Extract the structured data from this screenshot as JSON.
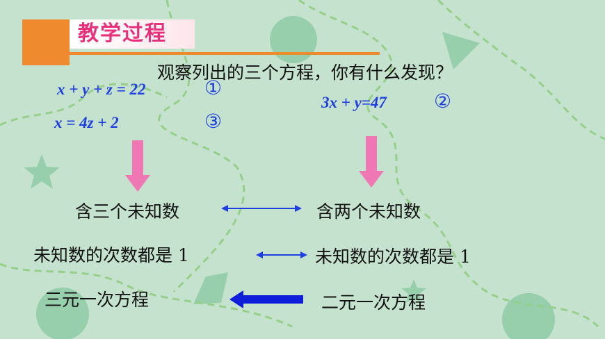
{
  "title": "教学过程",
  "question": "观察列出的三个方程，你有什么发现？",
  "equations": [
    {
      "text": "x + y + z = 22",
      "marker": "①"
    },
    {
      "text": "x = 4z + 2",
      "marker": "③"
    },
    {
      "text": "3x + y=47",
      "marker": "②"
    }
  ],
  "comparisons": {
    "left": [
      "含三个未知数",
      "未知数的次数都是 1",
      "三元一次方程"
    ],
    "right": [
      "含两个未知数",
      "未知数的次数都是 1",
      "二元一次方程"
    ]
  },
  "colors": {
    "background": "#c4e2cd",
    "accent_orange": "#ef8a2e",
    "title_pink": "#e8307b",
    "equation_blue": "#1f3fe0",
    "down_arrow_pink": "#ef78b4",
    "bold_arrow_blue": "#0f1ed8"
  }
}
